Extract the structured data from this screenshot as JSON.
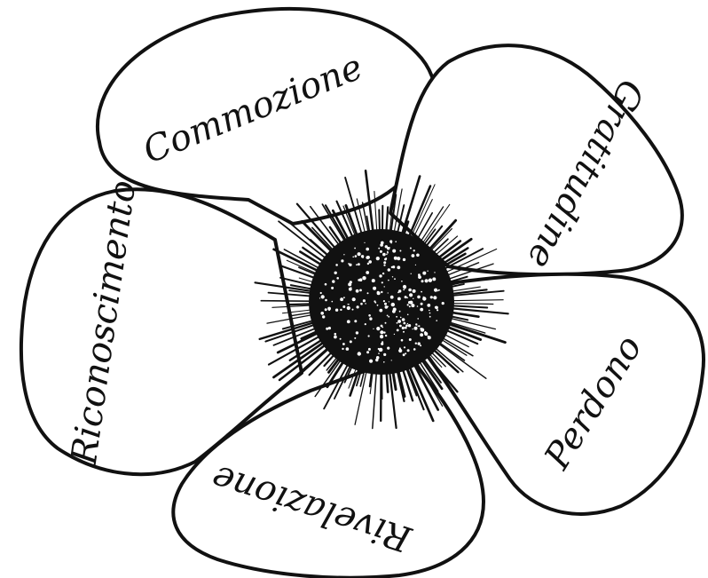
{
  "flower": {
    "center_color": "#111111",
    "petals": [
      {
        "label": "Commozione"
      },
      {
        "label": "Gratitudine"
      },
      {
        "label": "Perdono"
      },
      {
        "label": "Rivelazione"
      },
      {
        "label": "Riconoscimento"
      }
    ]
  }
}
